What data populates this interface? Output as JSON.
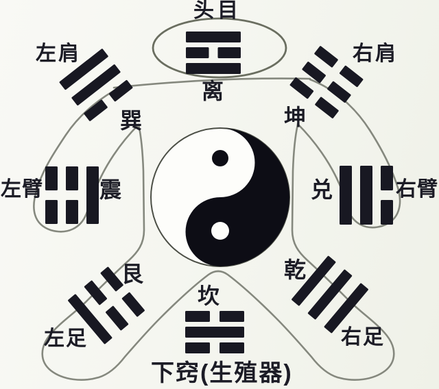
{
  "diagram": {
    "type": "bagua-human-body-map",
    "center_symbol": "yin-yang-taijitu",
    "colors": {
      "ink": "#181822",
      "outline": "#85887e",
      "head_outline": "#6a6e60",
      "background": "#f5f5ef",
      "yinyang_black": "#0d0d15",
      "yinyang_white": "#fdfdfa"
    }
  },
  "regions": [
    {
      "id": "head",
      "body_part": "头目",
      "trigram_name": "离",
      "trigram_lines": [
        "solid",
        "broken",
        "solid"
      ]
    },
    {
      "id": "left-shoulder",
      "body_part": "左肩",
      "trigram_name": "巽",
      "trigram_lines": [
        "solid",
        "solid",
        "broken"
      ]
    },
    {
      "id": "right-shoulder",
      "body_part": "右肩",
      "trigram_name": "坤",
      "trigram_lines": [
        "broken",
        "broken",
        "broken"
      ]
    },
    {
      "id": "left-arm",
      "body_part": "左臂",
      "trigram_name": "震",
      "trigram_lines": [
        "broken",
        "broken",
        "solid"
      ]
    },
    {
      "id": "right-arm",
      "body_part": "右臂",
      "trigram_name": "兑",
      "trigram_lines": [
        "solid",
        "solid",
        "broken"
      ]
    },
    {
      "id": "left-foot",
      "body_part": "左足",
      "trigram_name": "艮",
      "trigram_lines": [
        "broken",
        "broken",
        "solid"
      ]
    },
    {
      "id": "right-foot",
      "body_part": "右足",
      "trigram_name": "乾",
      "trigram_lines": [
        "solid",
        "solid",
        "solid"
      ]
    },
    {
      "id": "lower-orifice",
      "body_part": "下窍(生殖器)",
      "trigram_name": "坎",
      "trigram_lines": [
        "broken",
        "solid",
        "broken"
      ]
    }
  ]
}
